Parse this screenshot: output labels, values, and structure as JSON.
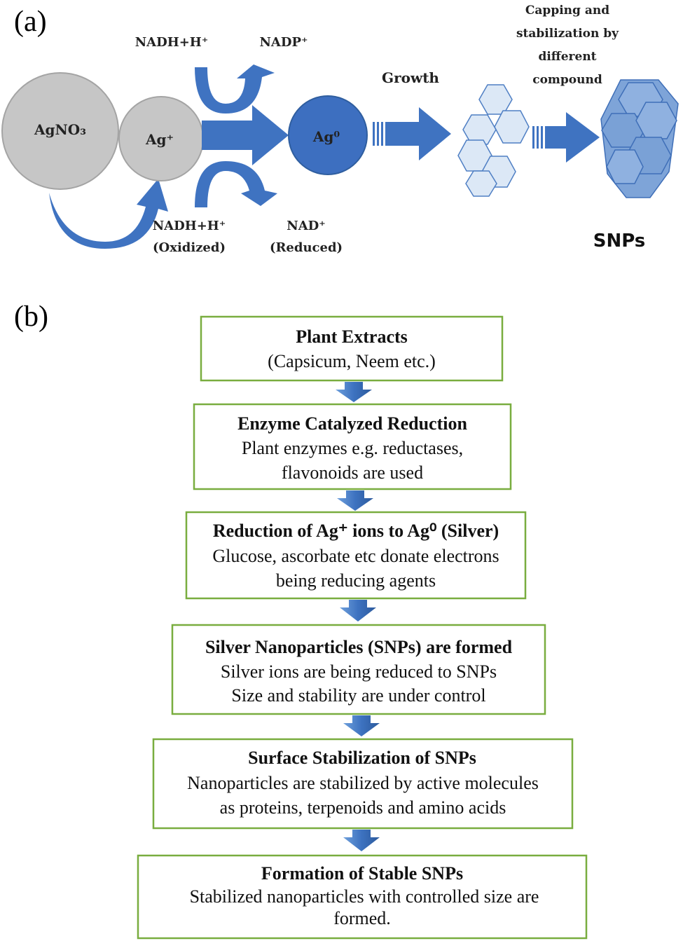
{
  "panel_a": {
    "label": "(a)",
    "agno3": "AgNO₃",
    "ag_plus": "Ag⁺",
    "ag_zero": "Ag⁰",
    "nadh_top": "NADH+H⁺",
    "nadp_top": "NADP⁺",
    "nadh_bottom": "NADH+H⁺",
    "nadh_bottom_state": "(Oxidized)",
    "nad_bottom": "NAD⁺",
    "nad_bottom_state": "(Reduced)",
    "growth": "Growth",
    "capping": [
      "Capping and",
      "stabilization by",
      "different",
      "compound"
    ],
    "snps": "SNPs"
  },
  "panel_b": {
    "label": "(b)",
    "steps": [
      {
        "title": "Plant Extracts",
        "body": [
          "(Capsicum, Neem etc.)"
        ]
      },
      {
        "title": "Enzyme Catalyzed Reduction",
        "body": [
          "Plant enzymes e.g. reductases,",
          "flavonoids are used"
        ]
      },
      {
        "title": "Reduction of Ag⁺ ions to Ag⁰ (Silver)",
        "body": [
          "Glucose, ascorbate etc donate electrons",
          "being reducing agents"
        ]
      },
      {
        "title": "Silver Nanoparticles (SNPs) are formed",
        "body": [
          "Silver ions are being reduced to SNPs",
          "Size and stability are under control"
        ]
      },
      {
        "title": "Surface Stabilization of SNPs",
        "body": [
          "Nanoparticles are stabilized by active molecules",
          "as proteins, terpenoids and amino acids"
        ]
      },
      {
        "title": "Formation of Stable SNPs",
        "body": [
          "Stabilized nanoparticles with controlled size are",
          "formed."
        ]
      }
    ]
  },
  "colors": {
    "arrow_blue": "#3f73c1",
    "arrow_dark": "#2f5e9f",
    "ag0_fill": "#3d6fc0",
    "grey_circle": "#c6c6c6",
    "box_border": "#79ad3f",
    "hex_light": "#dce8f6",
    "hex_dark": "#7ea4d8"
  }
}
